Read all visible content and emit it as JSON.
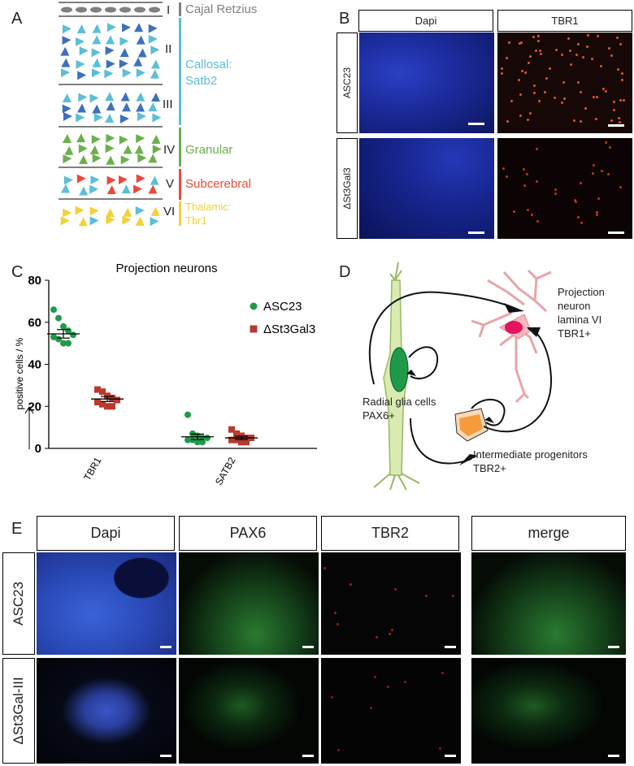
{
  "panels": {
    "a": "A",
    "b": "B",
    "c": "C",
    "d": "D",
    "e": "E"
  },
  "panel_a": {
    "layers": [
      {
        "numeral": "I",
        "label": "Cajal Retzius",
        "color": "#808080"
      },
      {
        "numeral": "II",
        "label": "",
        "color": "#5bbfd6"
      },
      {
        "numeral": "III",
        "label": "",
        "color": "#5bbfd6"
      },
      {
        "numeral": "IV",
        "label": "Granular",
        "color": "#6ab04c"
      },
      {
        "numeral": "V",
        "label": "Subcerebral",
        "color": "#e84a3d"
      },
      {
        "numeral": "VI",
        "label": "Thalamic:",
        "color": "#f2d13a"
      }
    ],
    "callosal_label": [
      "Callosal:",
      "Satb2"
    ],
    "tbr1_label": "Tbr1"
  },
  "panel_b": {
    "columns": [
      "Dapi",
      "TBR1"
    ],
    "rows": [
      "ASC23",
      "ΔSt3Gal3"
    ]
  },
  "panel_c": {
    "chart_data": {
      "type": "scatter",
      "title": "Projection neurons",
      "ylabel": "positive cells / %",
      "ylim": [
        0,
        80
      ],
      "yticks": [
        "0",
        "20",
        "40",
        "60",
        "80"
      ],
      "categories": [
        "TBR1",
        "SATB2"
      ],
      "series": [
        {
          "name": "ASC23",
          "color": "#1e9a4a",
          "marker": "circle",
          "groups": [
            {
              "category": "TBR1",
              "values": [
                66,
                62,
                58,
                56,
                54,
                53,
                52,
                50,
                50
              ],
              "mean": 54.5,
              "sem": 2
            },
            {
              "category": "SATB2",
              "values": [
                16,
                7,
                6,
                5,
                5,
                4,
                4,
                3,
                3
              ],
              "mean": 5.5,
              "sem": 1.3
            }
          ]
        },
        {
          "name": "ΔSt3Gal3",
          "color": "#b83a2e",
          "marker": "square",
          "groups": [
            {
              "category": "TBR1",
              "values": [
                28,
                27,
                25,
                24,
                23,
                22,
                21,
                20,
                20
              ],
              "mean": 23.5,
              "sem": 1.2
            },
            {
              "category": "SATB2",
              "values": [
                9,
                7,
                6,
                5,
                5,
                4,
                4,
                3,
                3
              ],
              "mean": 5,
              "sem": 0.8
            }
          ]
        }
      ],
      "legend_position": "top-right"
    }
  },
  "panel_d": {
    "projection_label": [
      "Projection",
      "neuron",
      "lamina VI",
      "TBR1+"
    ],
    "radial_label": [
      "Radial glia cells",
      "PAX6+"
    ],
    "intermediate_label": [
      "Intermediate progenitors",
      "TBR2+"
    ]
  },
  "panel_e": {
    "columns": [
      "Dapi",
      "PAX6",
      "TBR2",
      "merge"
    ],
    "rows": [
      "ASC23",
      "ΔSt3Gal-III"
    ]
  }
}
